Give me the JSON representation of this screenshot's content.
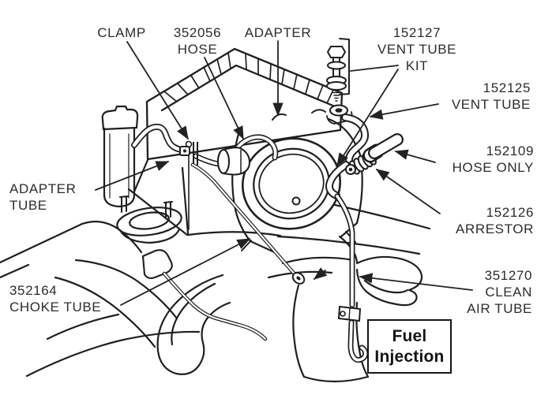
{
  "diagram": {
    "background_color": "#ffffff",
    "line_color": "#1f1f1f",
    "text_color": "#2c2c2c",
    "labels": {
      "clamp": {
        "name": "CLAMP"
      },
      "hose": {
        "part": "352056",
        "name": "HOSE"
      },
      "adapter": {
        "name": "ADAPTER"
      },
      "vent_tube_kit": {
        "part": "152127",
        "line1": "VENT TUBE",
        "line2": "KIT"
      },
      "vent_tube": {
        "part": "152125",
        "name": "VENT TUBE"
      },
      "hose_only": {
        "part": "152109",
        "name": "HOSE ONLY"
      },
      "arrestor": {
        "part": "152126",
        "name": "ARRESTOR"
      },
      "clean_air_tube": {
        "part": "351270",
        "line1": "CLEAN",
        "line2": "AIR TUBE"
      },
      "choke_tube": {
        "part": "352164",
        "name": "CHOKE TUBE"
      },
      "adapter_tube": {
        "line1": "ADAPTER",
        "line2": "TUBE"
      }
    },
    "badge": {
      "line1": "Fuel",
      "line2": "Injection"
    }
  }
}
